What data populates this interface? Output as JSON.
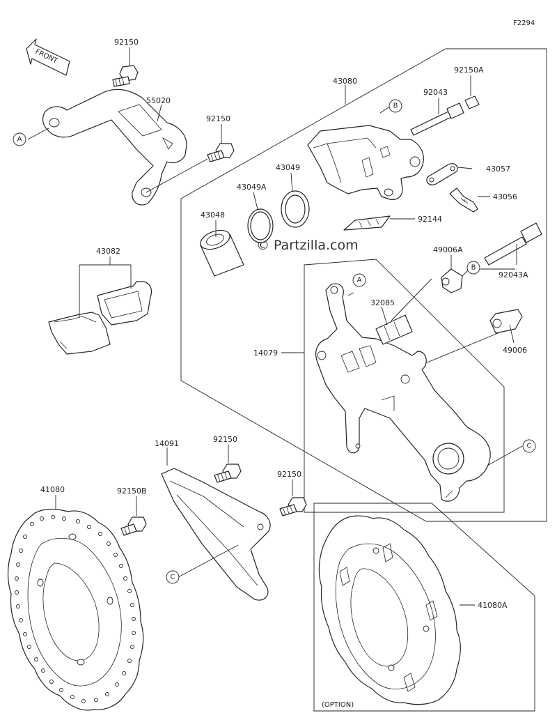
{
  "figure_code": "F2294",
  "front_label": "FRONT",
  "watermark": "© Partzilla.com",
  "option_label": "(OPTION)",
  "part_labels": {
    "p92150_top": "92150",
    "p55020": "55020",
    "p92150_mid": "92150",
    "p43080": "43080",
    "p92150A": "92150A",
    "p92043": "92043",
    "p43057": "43057",
    "p43049": "43049",
    "p43049A": "43049A",
    "p43048": "43048",
    "p43056": "43056",
    "p92144": "92144",
    "p43082": "43082",
    "p49006A": "49006A",
    "p92043A": "92043A",
    "p32085": "32085",
    "p14079": "14079",
    "p49006": "49006",
    "p14091": "14091",
    "p92150_low1": "92150",
    "p92150_low2": "92150",
    "p41080": "41080",
    "p92150B": "92150B",
    "p41080A": "41080A"
  },
  "callouts": {
    "a_left": "A",
    "a_bracket": "A",
    "b_caliper": "B",
    "b_pin": "B",
    "c_bracket": "C",
    "c_guard": "C"
  }
}
